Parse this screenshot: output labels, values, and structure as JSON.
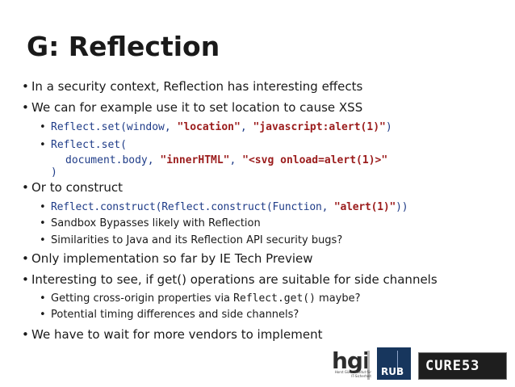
{
  "slide": {
    "title": "G: Reflection",
    "bullet_char": "•",
    "b1": "In a security context, Reflection has interesting effects",
    "b2": "We can for example use it to set location to cause XSS",
    "c1": {
      "fn": "Reflect.set(window, ",
      "s1": "\"location\"",
      "sep": ", ",
      "s2": "\"javascript:alert(1)\"",
      "end": ")"
    },
    "c2": {
      "line1": "Reflect.set(",
      "line2_a": "document.body, ",
      "line2_s1": "\"innerHTML\"",
      "line2_sep": ",  ",
      "line2_s2": "\"<svg onload=alert(1)>\"",
      "line3": ")"
    },
    "b3": "Or to construct",
    "c3": {
      "fn": "Reflect.construct(Reflect.construct(Function, ",
      "s1": "\"alert(1)\"",
      "end": "))"
    },
    "s3a": "Sandbox Bypasses likely with Reflection",
    "s3b": "Similarities to Java and its Reflection API security bugs?",
    "b4": "Only implementation so far by IE Tech Preview",
    "b5": "Interesting to see, if get() operations are suitable for side channels",
    "s5a_pre": "Getting cross-origin properties via ",
    "s5a_code": "Reflect.get()",
    "s5a_post": " maybe?",
    "s5b": "Potential timing differences and side channels?",
    "b6": "We have to wait for more vendors to implement"
  },
  "logos": {
    "hgi_word": "hgi",
    "hgi_sub": "Horst Görtz Institut für IT-Sicherheit",
    "rub": "RUB",
    "cure53": "CURE53"
  }
}
